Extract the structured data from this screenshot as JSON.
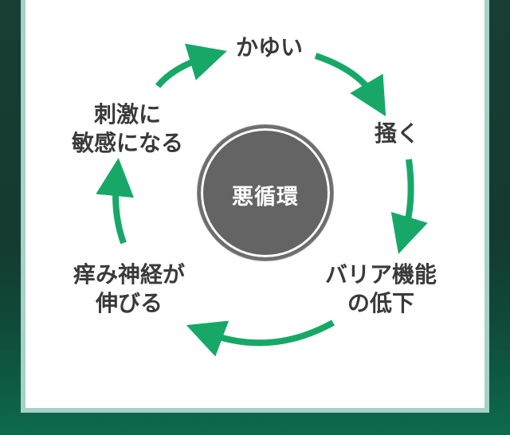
{
  "colors": {
    "accent": "#17a867",
    "center_fill": "#646464",
    "text": "#3a3a3a"
  },
  "center": {
    "label": "悪循環"
  },
  "nodes": [
    {
      "lines": [
        "かゆい"
      ]
    },
    {
      "lines": [
        "掻く"
      ]
    },
    {
      "lines": [
        "バリア機能",
        "の低下"
      ]
    },
    {
      "lines": [
        "痒み神経が",
        "伸びる"
      ]
    },
    {
      "lines": [
        "刺激に",
        "敏感になる"
      ]
    }
  ]
}
